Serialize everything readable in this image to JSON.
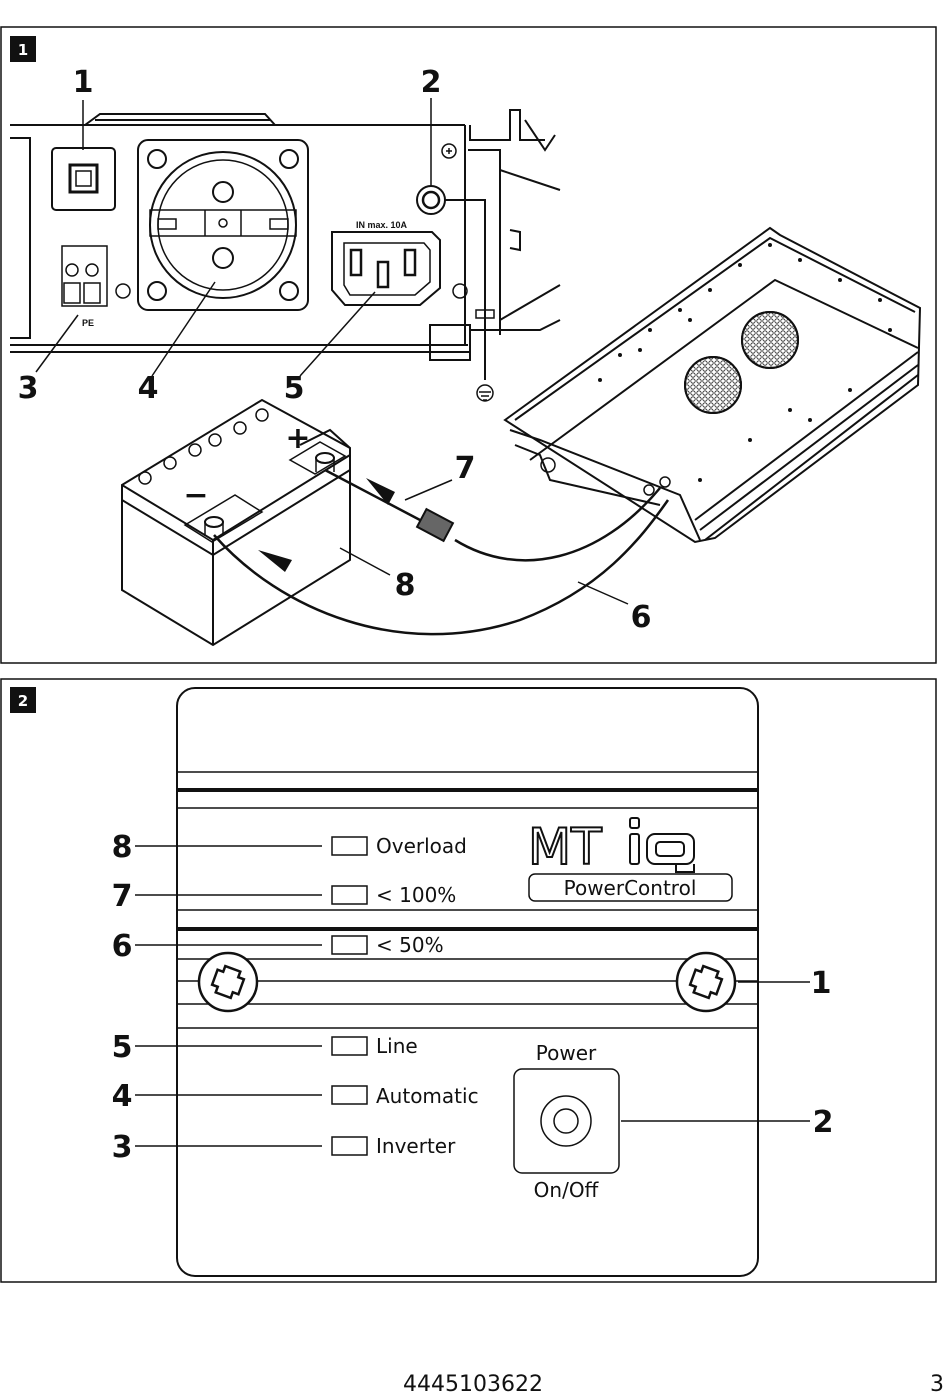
{
  "figure1": {
    "badge": "1",
    "socket_label": "IN max. 10A",
    "terminal_label": "PE",
    "battery_plus": "+",
    "battery_minus": "−",
    "callouts": [
      "1",
      "2",
      "3",
      "4",
      "5",
      "6",
      "7",
      "8"
    ]
  },
  "figure2": {
    "badge": "2",
    "brand_mt": "MT",
    "brand_sub": "PowerControl",
    "leds": [
      "Overload",
      "< 100%",
      "< 50%",
      "Line",
      "Automatic",
      "Inverter"
    ],
    "power_label": "Power",
    "onoff_label": "On/Off",
    "callouts_left": [
      "8",
      "7",
      "6",
      "5",
      "4",
      "3"
    ],
    "callouts_right": [
      "1",
      "2"
    ]
  },
  "footer": {
    "doc_number": "4445103622",
    "page_number": "3"
  }
}
